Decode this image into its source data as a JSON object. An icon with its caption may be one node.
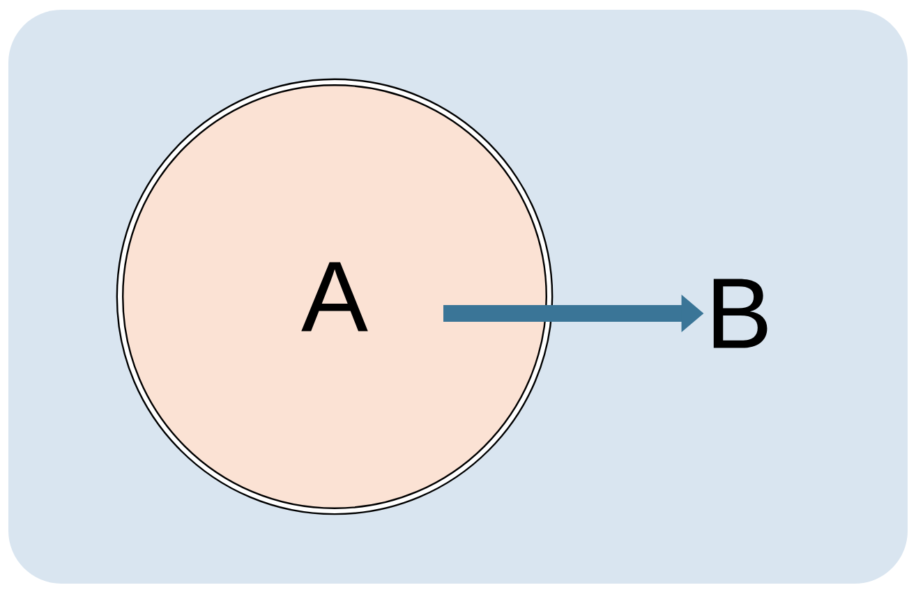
{
  "diagram": {
    "nodes": [
      {
        "text": [
          "A"
        ]
      },
      {
        "text": [
          "B"
        ]
      }
    ],
    "edges": [
      {
        "from": 0,
        "to": 1,
        "arrow": "to"
      }
    ]
  }
}
